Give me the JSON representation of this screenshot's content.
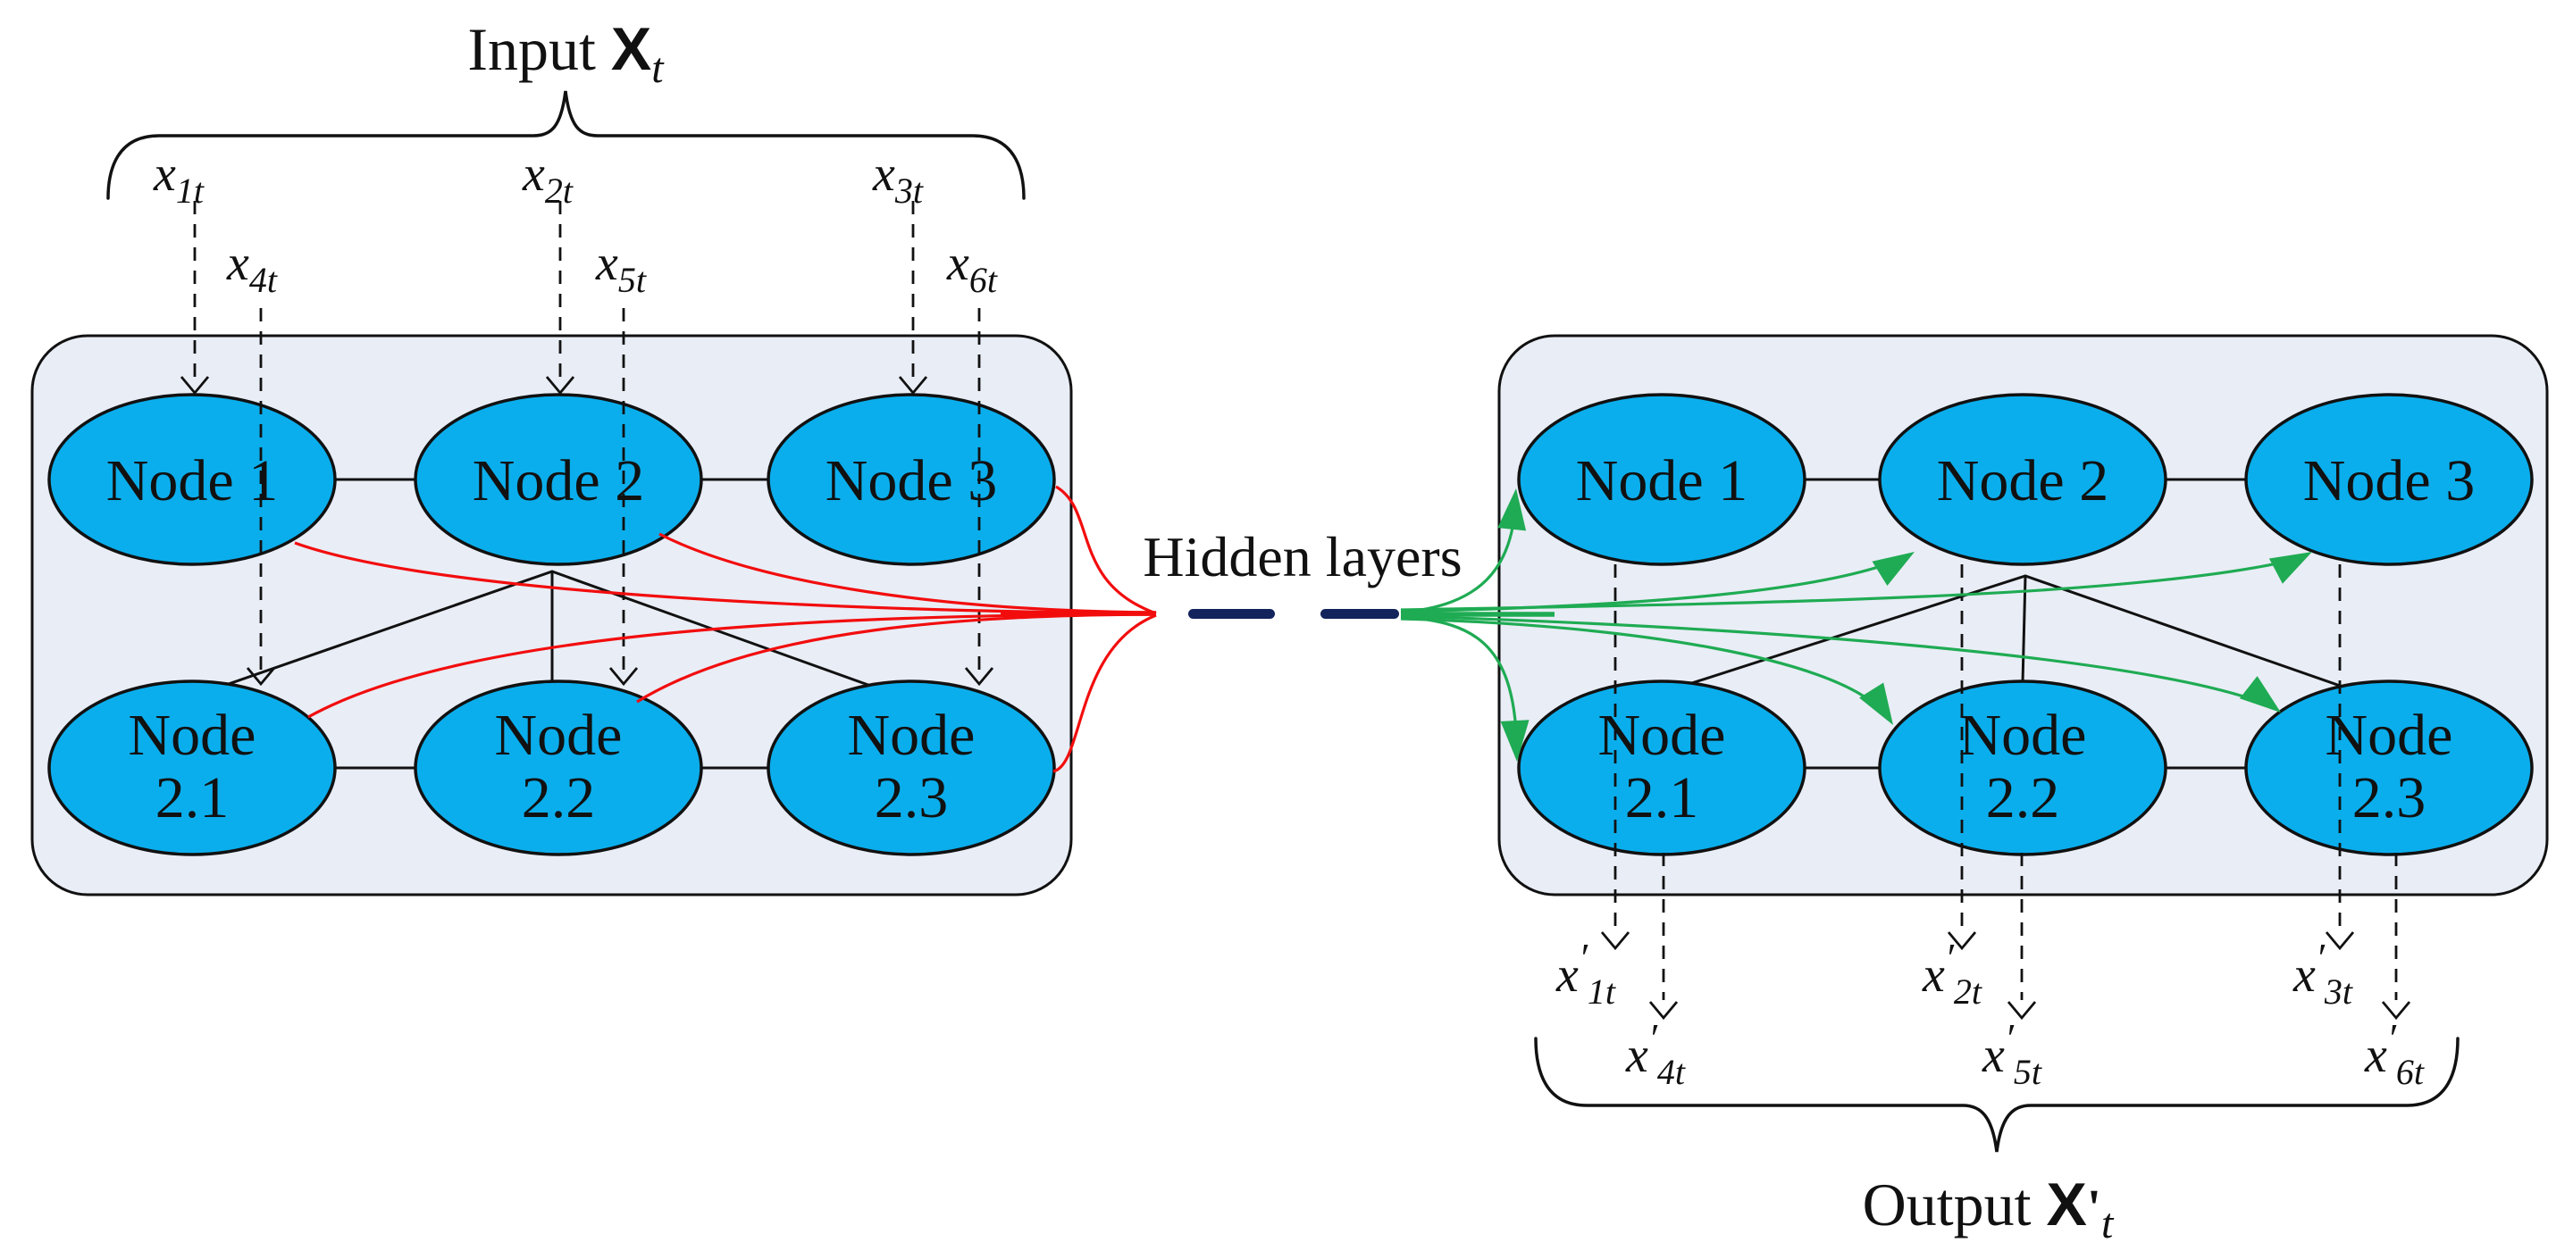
{
  "titles": {
    "input": {
      "prefix": "Input ",
      "matrix": "X",
      "sub": "t"
    },
    "output": {
      "prefix": "Output ",
      "matrix": "X",
      "prime": "'",
      "sub": "t"
    },
    "hidden": "Hidden layers"
  },
  "input_labels": [
    {
      "base": "x",
      "sub": "1t"
    },
    {
      "base": "x",
      "sub": "2t"
    },
    {
      "base": "x",
      "sub": "3t"
    },
    {
      "base": "x",
      "sub": "4t"
    },
    {
      "base": "x",
      "sub": "5t"
    },
    {
      "base": "x",
      "sub": "6t"
    }
  ],
  "output_labels": [
    {
      "base": "x",
      "prime": "′",
      "sub": "1t"
    },
    {
      "base": "x",
      "prime": "′",
      "sub": "2t"
    },
    {
      "base": "x",
      "prime": "′",
      "sub": "3t"
    },
    {
      "base": "x",
      "prime": "′",
      "sub": "4t"
    },
    {
      "base": "x",
      "prime": "′",
      "sub": "5t"
    },
    {
      "base": "x",
      "prime": "′",
      "sub": "6t"
    }
  ],
  "left_box": {
    "top_nodes": [
      "Node 1",
      "Node 2",
      "Node 3"
    ],
    "bottom_nodes": [
      {
        "line1": "Node",
        "line2": "2.1"
      },
      {
        "line1": "Node",
        "line2": "2.2"
      },
      {
        "line1": "Node",
        "line2": "2.3"
      }
    ]
  },
  "right_box": {
    "top_nodes": [
      "Node 1",
      "Node 2",
      "Node 3"
    ],
    "bottom_nodes": [
      {
        "line1": "Node",
        "line2": "2.1"
      },
      {
        "line1": "Node",
        "line2": "2.2"
      },
      {
        "line1": "Node",
        "line2": "2.3"
      }
    ]
  },
  "colors": {
    "node_fill": "#0baeec",
    "panel_fill": "#e9edf6",
    "red": "#f20d0d",
    "green": "#1fab53",
    "navy": "#13235c"
  }
}
